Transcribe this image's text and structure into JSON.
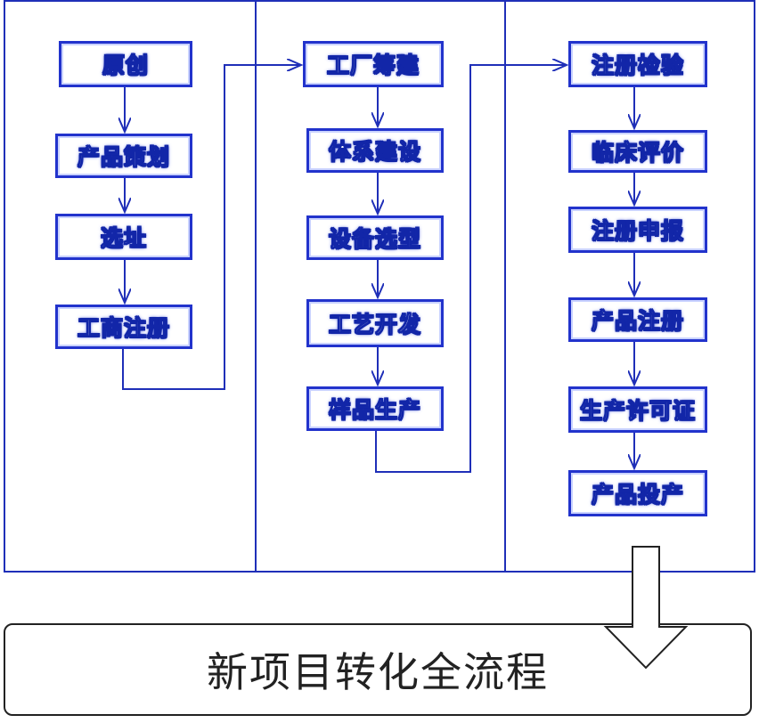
{
  "columns": [
    {
      "steps": [
        "原创",
        "产品策划",
        "选址",
        "工商注册"
      ]
    },
    {
      "steps": [
        "工厂筹建",
        "体系建设",
        "设备选型",
        "工艺开发",
        "样品生产"
      ]
    },
    {
      "steps": [
        "注册检验",
        "临床评价",
        "注册申报",
        "产品注册",
        "生产许可证",
        "产品投产"
      ]
    }
  ],
  "summary": {
    "label": "新项目转化全流程"
  },
  "colors": {
    "box_border": "#2233cc",
    "frame": "#1f2fb8",
    "arrow": "#1f2fb8"
  }
}
